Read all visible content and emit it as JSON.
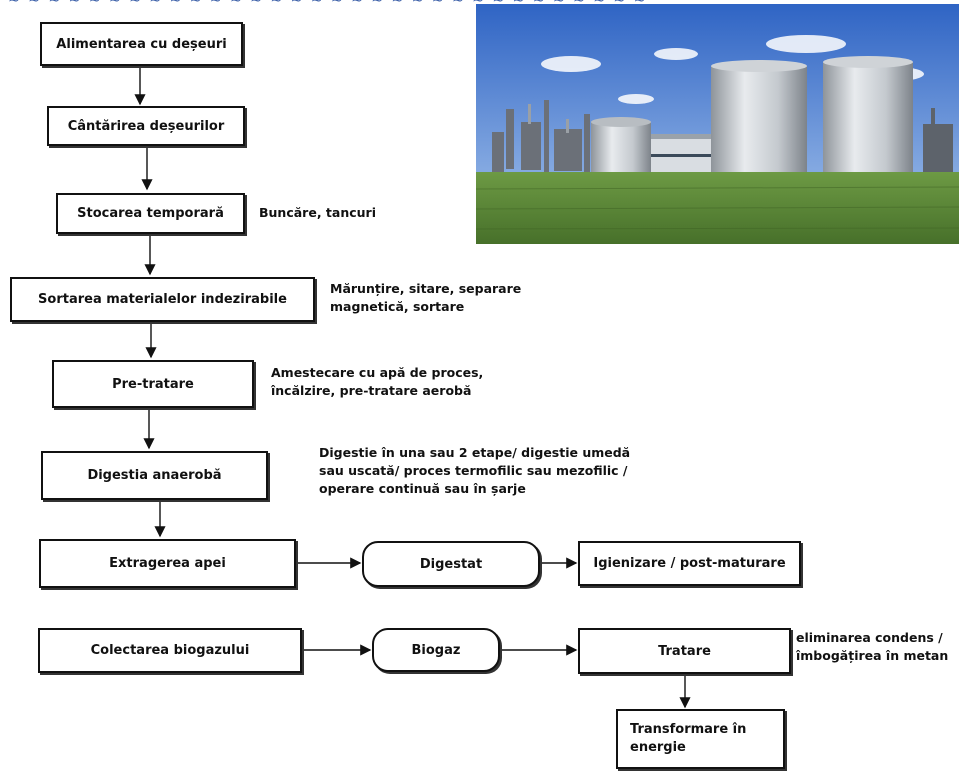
{
  "diagram": {
    "steps": {
      "alimentare": "Alimentarea cu deșeuri",
      "cantarire": "Cântărirea deșeurilor",
      "stocare": "Stocarea temporară",
      "sortare": "Sortarea materialelor indezirabile",
      "pretratare": "Pre-tratare",
      "digestie": "Digestia anaerobă",
      "extragere": "Extragerea apei",
      "digestat": "Digestat",
      "igienizare": "Igienizare / post-maturare",
      "colectare": "Colectarea biogazului",
      "biogaz": "Biogaz",
      "tratare": "Tratare",
      "transformare": "Transformare în energie"
    },
    "notes": {
      "stocare": "Buncăre, tancuri",
      "sortare": [
        "Mărunțire, sitare, separare",
        "magnetică, sortare"
      ],
      "pretratare": [
        "Amestecare cu apă de proces,",
        "încălzire, pre-tratare aerobă"
      ],
      "digestie": [
        "Digestie în una sau 2 etape/ digestie umedă",
        "sau uscată/ proces termofilic sau mezofilic /",
        "operare continuă sau în șarje"
      ],
      "tratare": [
        "eliminarea condens /",
        "îmbogățirea în metan"
      ]
    },
    "photo_icon": "biogas-plant-photo"
  },
  "colors": {
    "sky_top": "#2f64c4",
    "sky_bottom": "#a9c7ee",
    "grass": "#5f8a3c",
    "tank": "#c9cdd2",
    "box_border": "#111111"
  }
}
